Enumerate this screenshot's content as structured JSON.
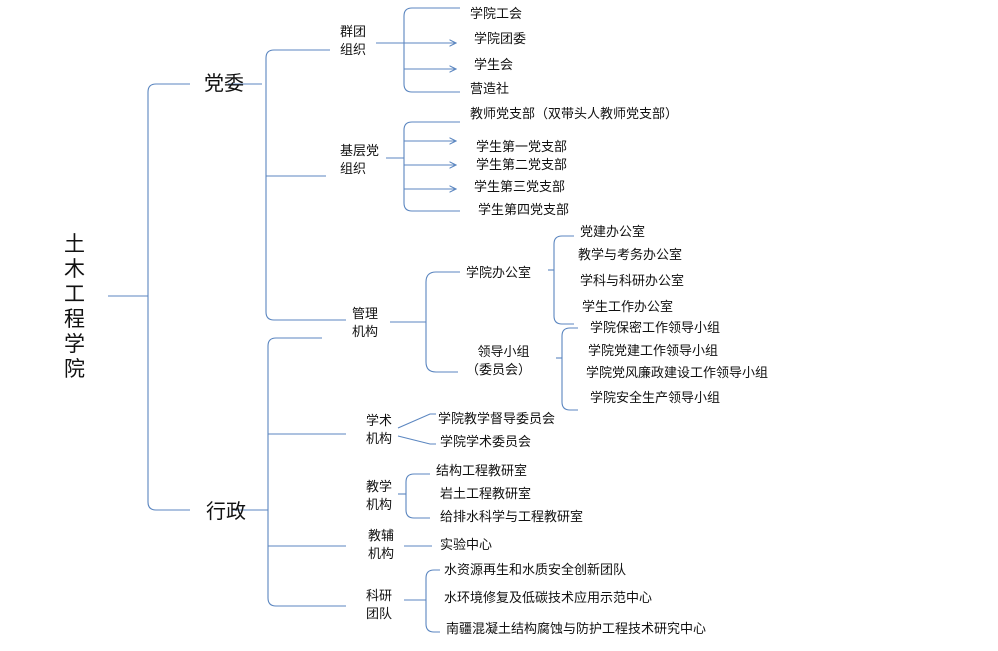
{
  "root": "土木工程学院",
  "party": {
    "label": "党委",
    "mass_orgs": {
      "label_lines": [
        "群团",
        "组织"
      ],
      "items": [
        "学院工会",
        "学院团委",
        "学生会",
        "营造社"
      ]
    },
    "grassroots": {
      "label_lines": [
        "基层党",
        "组织"
      ],
      "items": [
        "教师党支部（双带头人教师党支部）",
        "学生第一党支部",
        "学生第二党支部",
        "学生第三党支部",
        "学生第四党支部"
      ]
    },
    "management": {
      "label_lines": [
        "管理",
        "机构"
      ],
      "office": {
        "label": "学院办公室",
        "items": [
          "党建办公室",
          "教学与考务办公室",
          "学科与科研办公室",
          "学生工作办公室"
        ]
      },
      "leading_groups": {
        "label_lines": [
          "领导小组",
          "（委员会）"
        ],
        "items": [
          "学院保密工作领导小组",
          "学院党建工作领导小组",
          "学院党风廉政建设工作领导小组",
          "学院安全生产领导小组"
        ]
      }
    }
  },
  "admin": {
    "label": "行政",
    "academic": {
      "label_lines": [
        "学术",
        "机构"
      ],
      "items": [
        "学院教学督导委员会",
        "学院学术委员会"
      ]
    },
    "teaching": {
      "label_lines": [
        "教学",
        "机构"
      ],
      "items": [
        "结构工程教研室",
        "岩土工程教研室",
        "给排水科学与工程教研室"
      ]
    },
    "support": {
      "label_lines": [
        "教辅",
        "机构"
      ],
      "items": [
        "实验中心"
      ]
    },
    "research": {
      "label_lines": [
        "科研",
        "团队"
      ],
      "items": [
        "水资源再生和水质安全创新团队",
        "水环境修复及低碳技术应用示范中心",
        "南疆混凝土结构腐蚀与防护工程技术研究中心"
      ]
    }
  },
  "colors": {
    "line": "#5b86c0",
    "text": "#111111"
  }
}
